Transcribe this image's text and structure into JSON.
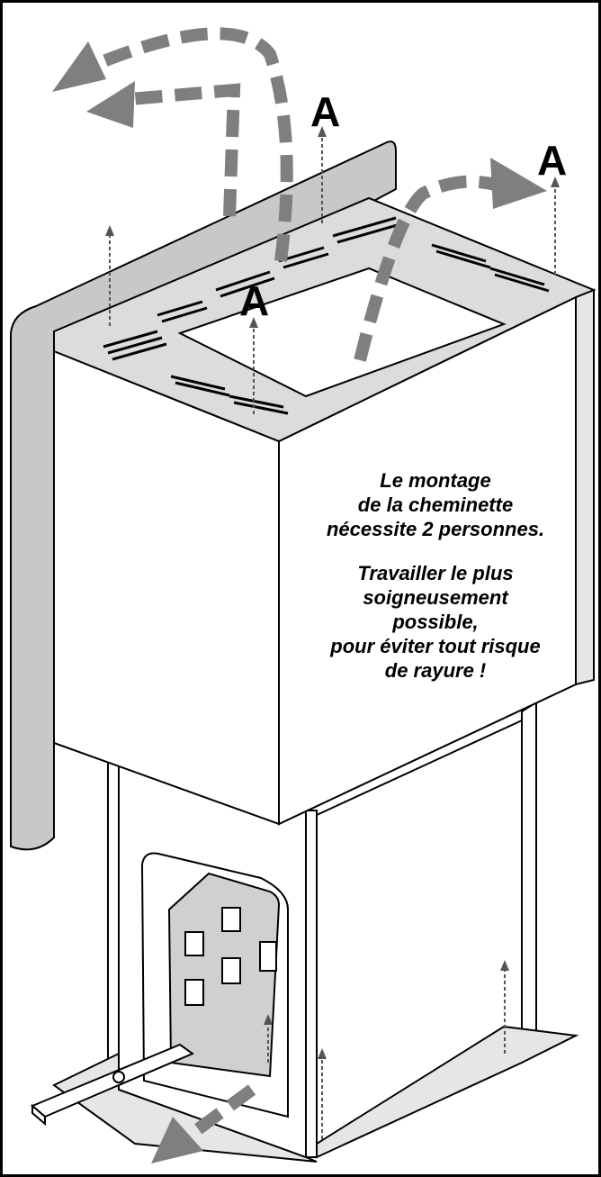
{
  "callouts": {
    "a1": "A",
    "a2": "A",
    "a3": "A"
  },
  "note": {
    "line1": "Le montage",
    "line2": "de la cheminette",
    "line3": "nécessite 2 personnes.",
    "line4": "Travailler le plus",
    "line5": "soigneusement",
    "line6": "possible,",
    "line7": "pour éviter tout risque",
    "line8": "de rayure !"
  },
  "colors": {
    "panel": "#c8c8c8",
    "arrow": "#7f7f7f",
    "line": "#000000",
    "background": "#ffffff"
  }
}
